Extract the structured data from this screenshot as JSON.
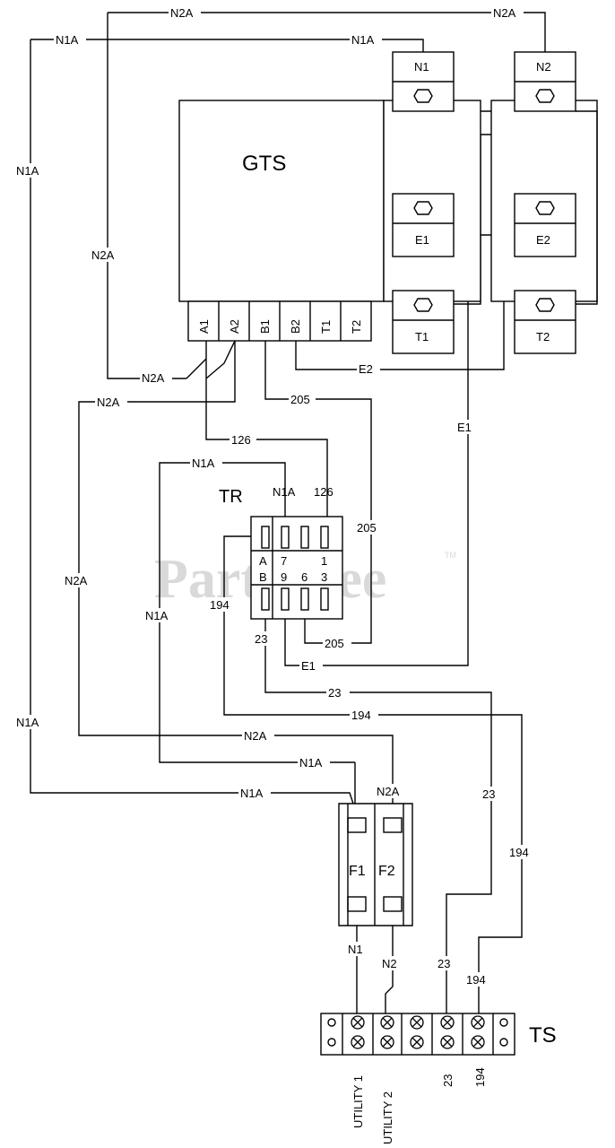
{
  "watermark": {
    "text": "PartsTree",
    "tm": "TM"
  },
  "components": {
    "gts": "GTS",
    "tr": "TR",
    "ts": "TS",
    "n1": "N1",
    "n2": "N2",
    "e1": "E1",
    "e2": "E2",
    "t1": "T1",
    "t2": "T2",
    "f1": "F1",
    "f2": "F2"
  },
  "gts_terminals": [
    "A1",
    "A2",
    "B1",
    "B2",
    "T1",
    "T2"
  ],
  "tr_terminals": {
    "top_labels": [
      "N1A",
      "126"
    ],
    "row1": [
      "A",
      "7",
      "1"
    ],
    "row2": [
      "B",
      "9",
      "6",
      "3"
    ]
  },
  "wires": {
    "n2a_top_left": "N2A",
    "n2a_top_right": "N2A",
    "n1a_top_left": "N1A",
    "n1a_top_right": "N1A",
    "n1a_vertical_far_left": "N1A",
    "n2a_vertical_left": "N2A",
    "n2a_a1": "N2A",
    "n2a_a2": "N2A",
    "w205_b1": "205",
    "w126": "126",
    "n1a_tr_top": "N1A",
    "e2": "E2",
    "e1_vertical": "E1",
    "w205_right": "205",
    "n2a_mid_vertical": "N2A",
    "n1a_mid_vertical": "N1A",
    "w194_left": "194",
    "w23_under_tr": "23",
    "w205_bottom": "205",
    "e1_bottom": "E1",
    "w23_long": "23",
    "w194_long": "194",
    "n1a_far_left_lower": "N1A",
    "n2a_to_f2": "N2A",
    "n1a_to_f1_upper": "N1A",
    "n1a_to_f1_lower": "N1A",
    "n2a_f2_top": "N2A",
    "w23_vertical": "23",
    "w194_vertical": "194",
    "n1_out": "N1",
    "n2_out": "N2",
    "w23_ts": "23",
    "w194_ts": "194"
  },
  "terminal_strip_labels": [
    "UTILITY 1",
    "UTILITY 2",
    "23",
    "194"
  ]
}
